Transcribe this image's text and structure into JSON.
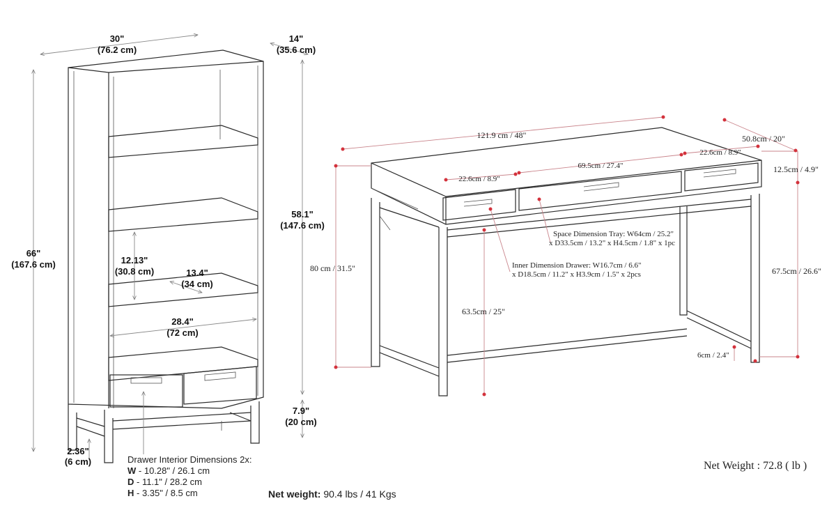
{
  "bookcase": {
    "width_label": {
      "imperial": "30\"",
      "metric": "(76.2 cm)"
    },
    "depth_label": {
      "imperial": "14\"",
      "metric": "(35.6 cm)"
    },
    "height_label": {
      "imperial": "66\"",
      "metric": "(167.6 cm)"
    },
    "inner_height_label": {
      "imperial": "58.1\"",
      "metric": "(147.6 cm)"
    },
    "shelf_height_label": {
      "imperial": "12.13\"",
      "metric": "(30.8 cm)"
    },
    "shelf_depth_label": {
      "imperial": "13.4\"",
      "metric": "(34 cm)"
    },
    "inner_width_label": {
      "imperial": "28.4\"",
      "metric": "(72 cm)"
    },
    "base_height_label": {
      "imperial": "7.9\"",
      "metric": "(20 cm)"
    },
    "foot_height_label": {
      "imperial": "2.36\"",
      "metric": "(6 cm)"
    },
    "drawer_info": {
      "title": "Drawer Interior Dimensions 2x:",
      "rows": [
        {
          "key": "W",
          "value": " - 10.28\" / 26.1 cm"
        },
        {
          "key": "D",
          "value": " - 11.1\" / 28.2 cm"
        },
        {
          "key": "H",
          "value": " - 3.35\" / 8.5 cm"
        }
      ]
    },
    "net_weight": {
      "label": "Net weight:",
      "value": " 90.4 lbs / 41 Kgs"
    }
  },
  "desk": {
    "width_label": "121.9 cm / 48\"",
    "depth_label": "50.8cm / 20\"",
    "drawer_right_label": "22.6cm / 8.9\"",
    "drawer_left_label": "22.6cm / 8.9\"",
    "tray_width_label": "69.5cm / 27.4\"",
    "apron_height_label": "12.5cm / 4.9\"",
    "total_height_label": "80 cm / 31.5\"",
    "clearance_right_label": "67.5cm / 26.6\"",
    "clearance_left_label": "63.5cm / 25\"",
    "foot_label": "6cm / 2.4\"",
    "tray_note": {
      "line1": "Space Dimension Tray: W64cm / 25.2\"",
      "line2": "x D33.5cm / 13.2\" x H4.5cm / 1.8\" x 1pc"
    },
    "drawer_note": {
      "line1": "Inner Dimension Drawer: W16.7cm / 6.6\"",
      "line2": "x D18.5cm / 11.2\" x H3.9cm / 1.5\" x 2pcs"
    },
    "net_weight": "Net Weight : 72.8 ( lb )"
  },
  "colors": {
    "line": "#2a2a2a",
    "dimension_line": "#888888",
    "desk_dimension_line": "#c9848b",
    "desk_dimension_dot": "#d3323c",
    "background": "#ffffff"
  }
}
